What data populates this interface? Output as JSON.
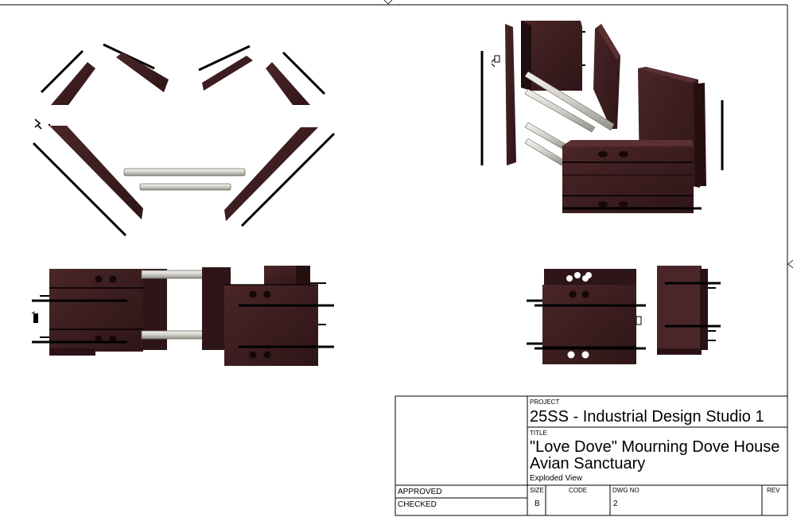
{
  "title_block": {
    "project_label": "PROJECT",
    "project": "25SS - Industrial Design Studio 1",
    "title_label": "TITLE",
    "title_line1": "\"Love Dove\" Mourning Dove House",
    "title_line2": "Avian Sanctuary",
    "subtitle": "Exploded View",
    "approved_label": "APPROVED",
    "checked_label": "CHECKED",
    "size_label": "SIZE",
    "size_value": "B",
    "code_label": "CODE",
    "dwg_no_label": "DWG NO",
    "dwg_no_value": "2",
    "rev_label": "REV"
  },
  "colors": {
    "wood": "#3a1d1f",
    "wood_dark": "#2a1214",
    "wood_light": "#4e2a2b",
    "rod": "#d9d9d2",
    "line": "#000000"
  },
  "icons": {
    "triad": "axis-triad-icon"
  }
}
